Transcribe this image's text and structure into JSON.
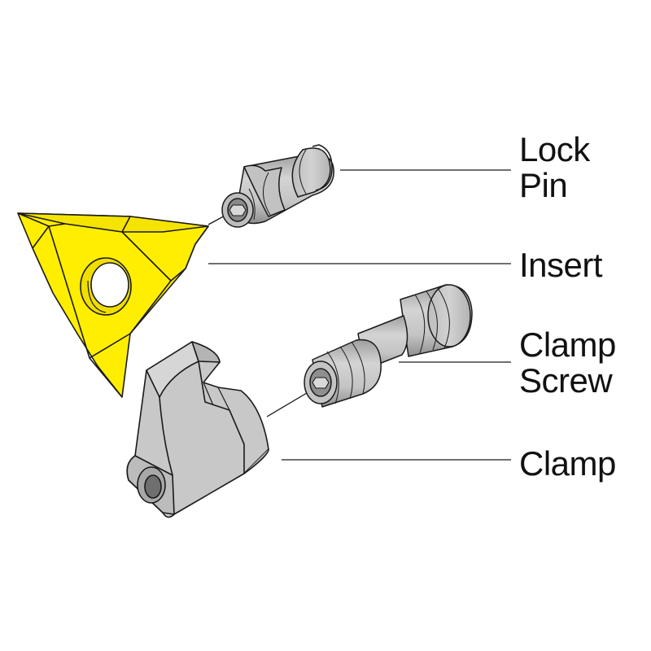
{
  "labels": {
    "lock_pin": [
      "Lock",
      "Pin"
    ],
    "insert": "Insert",
    "clamp_screw": [
      "Clamp",
      "Screw"
    ],
    "clamp": "Clamp"
  },
  "colors": {
    "insert_fill": "#ffee00",
    "metal_fill": "#c8c8c8",
    "metal_dark": "#a9a9a9",
    "outline": "#1a1a1a"
  }
}
